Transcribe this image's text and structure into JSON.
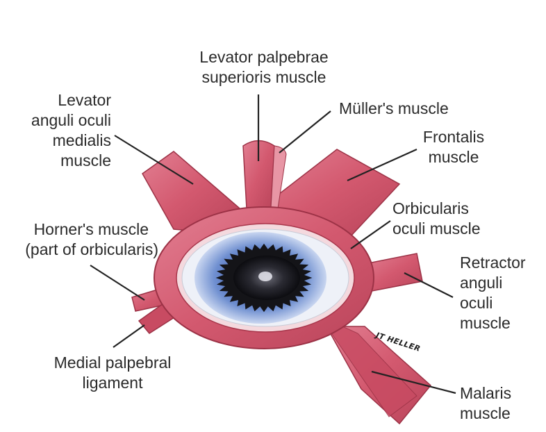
{
  "labels": {
    "levator_palpebrae": [
      "Levator palpebrae",
      "superioris muscle"
    ],
    "muller": [
      "Müller's muscle"
    ],
    "levator_anguli": [
      "Levator",
      "anguli oculi",
      "medialis",
      "muscle"
    ],
    "frontalis": [
      "Frontalis",
      "muscle"
    ],
    "orbicularis": [
      "Orbicularis",
      "oculi muscle"
    ],
    "horner": [
      "Horner's muscle",
      "(part of orbicularis)"
    ],
    "retractor": [
      "Retractor",
      "anguli",
      "oculi",
      "muscle"
    ],
    "medial_ligament": [
      "Medial palpebral",
      "ligament"
    ],
    "malaris": [
      "Malaris",
      "muscle"
    ]
  },
  "artist_signature": "JT HELLER",
  "colors": {
    "muscle": "#d3596f",
    "muscle_dark": "#a8364b",
    "muscle_light": "#ef9aaa",
    "iris": "#6f8fd0",
    "pupil": "#1a1a1f",
    "sclera": "#eef1f8",
    "leader_line": "#222222"
  }
}
